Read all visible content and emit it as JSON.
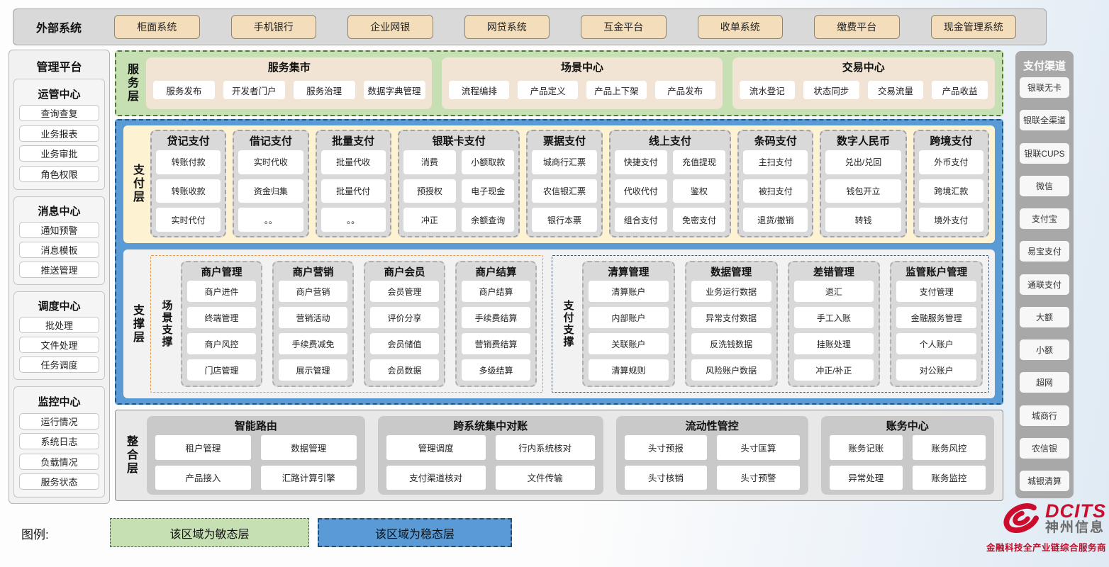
{
  "external": {
    "title": "外部系统",
    "items": [
      "柜面系统",
      "手机银行",
      "企业网银",
      "网贷系统",
      "互金平台",
      "收单系统",
      "缴费平台",
      "现金管理系统"
    ]
  },
  "management": {
    "title": "管理平台",
    "groups": [
      {
        "title": "运管中心",
        "items": [
          "查询查复",
          "业务报表",
          "业务审批",
          "角色权限"
        ]
      },
      {
        "title": "消息中心",
        "items": [
          "通知预警",
          "消息模板",
          "推送管理"
        ]
      },
      {
        "title": "调度中心",
        "items": [
          "批处理",
          "文件处理",
          "任务调度"
        ]
      },
      {
        "title": "监控中心",
        "items": [
          "运行情况",
          "系统日志",
          "负载情况",
          "服务状态"
        ]
      }
    ]
  },
  "service_layer": {
    "label": "服务层",
    "groups": [
      {
        "title": "服务集市",
        "items": [
          "服务发布",
          "开发者门户",
          "服务治理",
          "数据字典管理"
        ]
      },
      {
        "title": "场景中心",
        "items": [
          "流程编排",
          "产品定义",
          "产品上下架",
          "产品发布"
        ]
      },
      {
        "title": "交易中心",
        "items": [
          "流水登记",
          "状态同步",
          "交易流量",
          "产品收益"
        ]
      }
    ]
  },
  "payment_layer": {
    "label": "支付层",
    "groups": [
      {
        "title": "贷记支付",
        "cols": 1,
        "items": [
          "转账付款",
          "转账收款",
          "实时代付"
        ]
      },
      {
        "title": "借记支付",
        "cols": 1,
        "items": [
          "实时代收",
          "资金归集",
          "。。"
        ]
      },
      {
        "title": "批量支付",
        "cols": 1,
        "items": [
          "批量代收",
          "批量代付",
          "。。"
        ]
      },
      {
        "title": "银联卡支付",
        "cols": 2,
        "items": [
          "消费",
          "小额取款",
          "预授权",
          "电子现金",
          "冲正",
          "余额查询"
        ]
      },
      {
        "title": "票据支付",
        "cols": 1,
        "items": [
          "城商行汇票",
          "农信银汇票",
          "银行本票"
        ]
      },
      {
        "title": "线上支付",
        "cols": 2,
        "items": [
          "快捷支付",
          "充值提现",
          "代收代付",
          "鉴权",
          "组合支付",
          "免密支付"
        ]
      },
      {
        "title": "条码支付",
        "cols": 1,
        "items": [
          "主扫支付",
          "被扫支付",
          "退货/撤销"
        ]
      },
      {
        "title": "数字人民币",
        "cols": 1,
        "items": [
          "兑出/兑回",
          "钱包开立",
          "转钱"
        ]
      },
      {
        "title": "跨境支付",
        "cols": 1,
        "items": [
          "外币支付",
          "跨境汇款",
          "境外支付"
        ]
      }
    ]
  },
  "support_layer": {
    "label": "支撑层",
    "sections": [
      {
        "label": "场景支撑",
        "accent": "orange",
        "groups": [
          {
            "title": "商户管理",
            "items": [
              "商户进件",
              "终端管理",
              "商户风控",
              "门店管理"
            ]
          },
          {
            "title": "商户营销",
            "items": [
              "商户营销",
              "营销活动",
              "手续费减免",
              "展示管理"
            ]
          },
          {
            "title": "商户会员",
            "items": [
              "会员管理",
              "评价分享",
              "会员储值",
              "会员数据"
            ]
          },
          {
            "title": "商户结算",
            "items": [
              "商户结算",
              "手续费结算",
              "营销费结算",
              "多级结算"
            ]
          }
        ]
      },
      {
        "label": "支付支撑",
        "accent": "navy",
        "groups": [
          {
            "title": "清算管理",
            "items": [
              "清算账户",
              "内部账户",
              "关联账户",
              "清算规则"
            ]
          },
          {
            "title": "数据管理",
            "items": [
              "业务运行数据",
              "异常支付数据",
              "反洗钱数据",
              "风险账户数据"
            ]
          },
          {
            "title": "差错管理",
            "items": [
              "退汇",
              "手工入账",
              "挂账处理",
              "冲正/补正"
            ]
          },
          {
            "title": "监管账户管理",
            "items": [
              "支付管理",
              "金融服务管理",
              "个人账户",
              "对公账户"
            ]
          }
        ]
      }
    ]
  },
  "integration_layer": {
    "label": "整合层",
    "groups": [
      {
        "title": "智能路由",
        "items": [
          "租户管理",
          "数据管理",
          "产品接入",
          "汇路计算引擎"
        ]
      },
      {
        "title": "跨系统集中对账",
        "items": [
          "管理调度",
          "行内系统核对",
          "支付渠道核对",
          "文件传输"
        ]
      },
      {
        "title": "流动性管控",
        "items": [
          "头寸预报",
          "头寸匡算",
          "头寸核销",
          "头寸预警"
        ]
      },
      {
        "title": "账务中心",
        "items": [
          "账务记账",
          "账务风控",
          "异常处理",
          "账务监控"
        ]
      }
    ]
  },
  "channels": {
    "title": "支付渠道",
    "items": [
      "银联无卡",
      "银联全渠道",
      "银联CUPS",
      "微信",
      "支付宝",
      "易宝支付",
      "通联支付",
      "大额",
      "小额",
      "超网",
      "城商行",
      "农信银",
      "城银清算"
    ]
  },
  "legend": {
    "label": "图例:",
    "agile": "该区域为敏态层",
    "stable": "该区域为稳态层"
  },
  "logo": {
    "name": "DCITS",
    "cn": "神州信息",
    "tagline": "金融科技全产业链综合服务商"
  },
  "colors": {
    "agile_green": "#c6e0b4",
    "stable_blue": "#5b9bd5",
    "scene_accent_orange": "#ed7d31",
    "payment_accent_navy": "#44546a",
    "brand_red": "#c00a26",
    "panel_gray": "#d9d9d9",
    "external_button_tan": "#f4ddba",
    "payment_cream": "#fdf3d2"
  }
}
